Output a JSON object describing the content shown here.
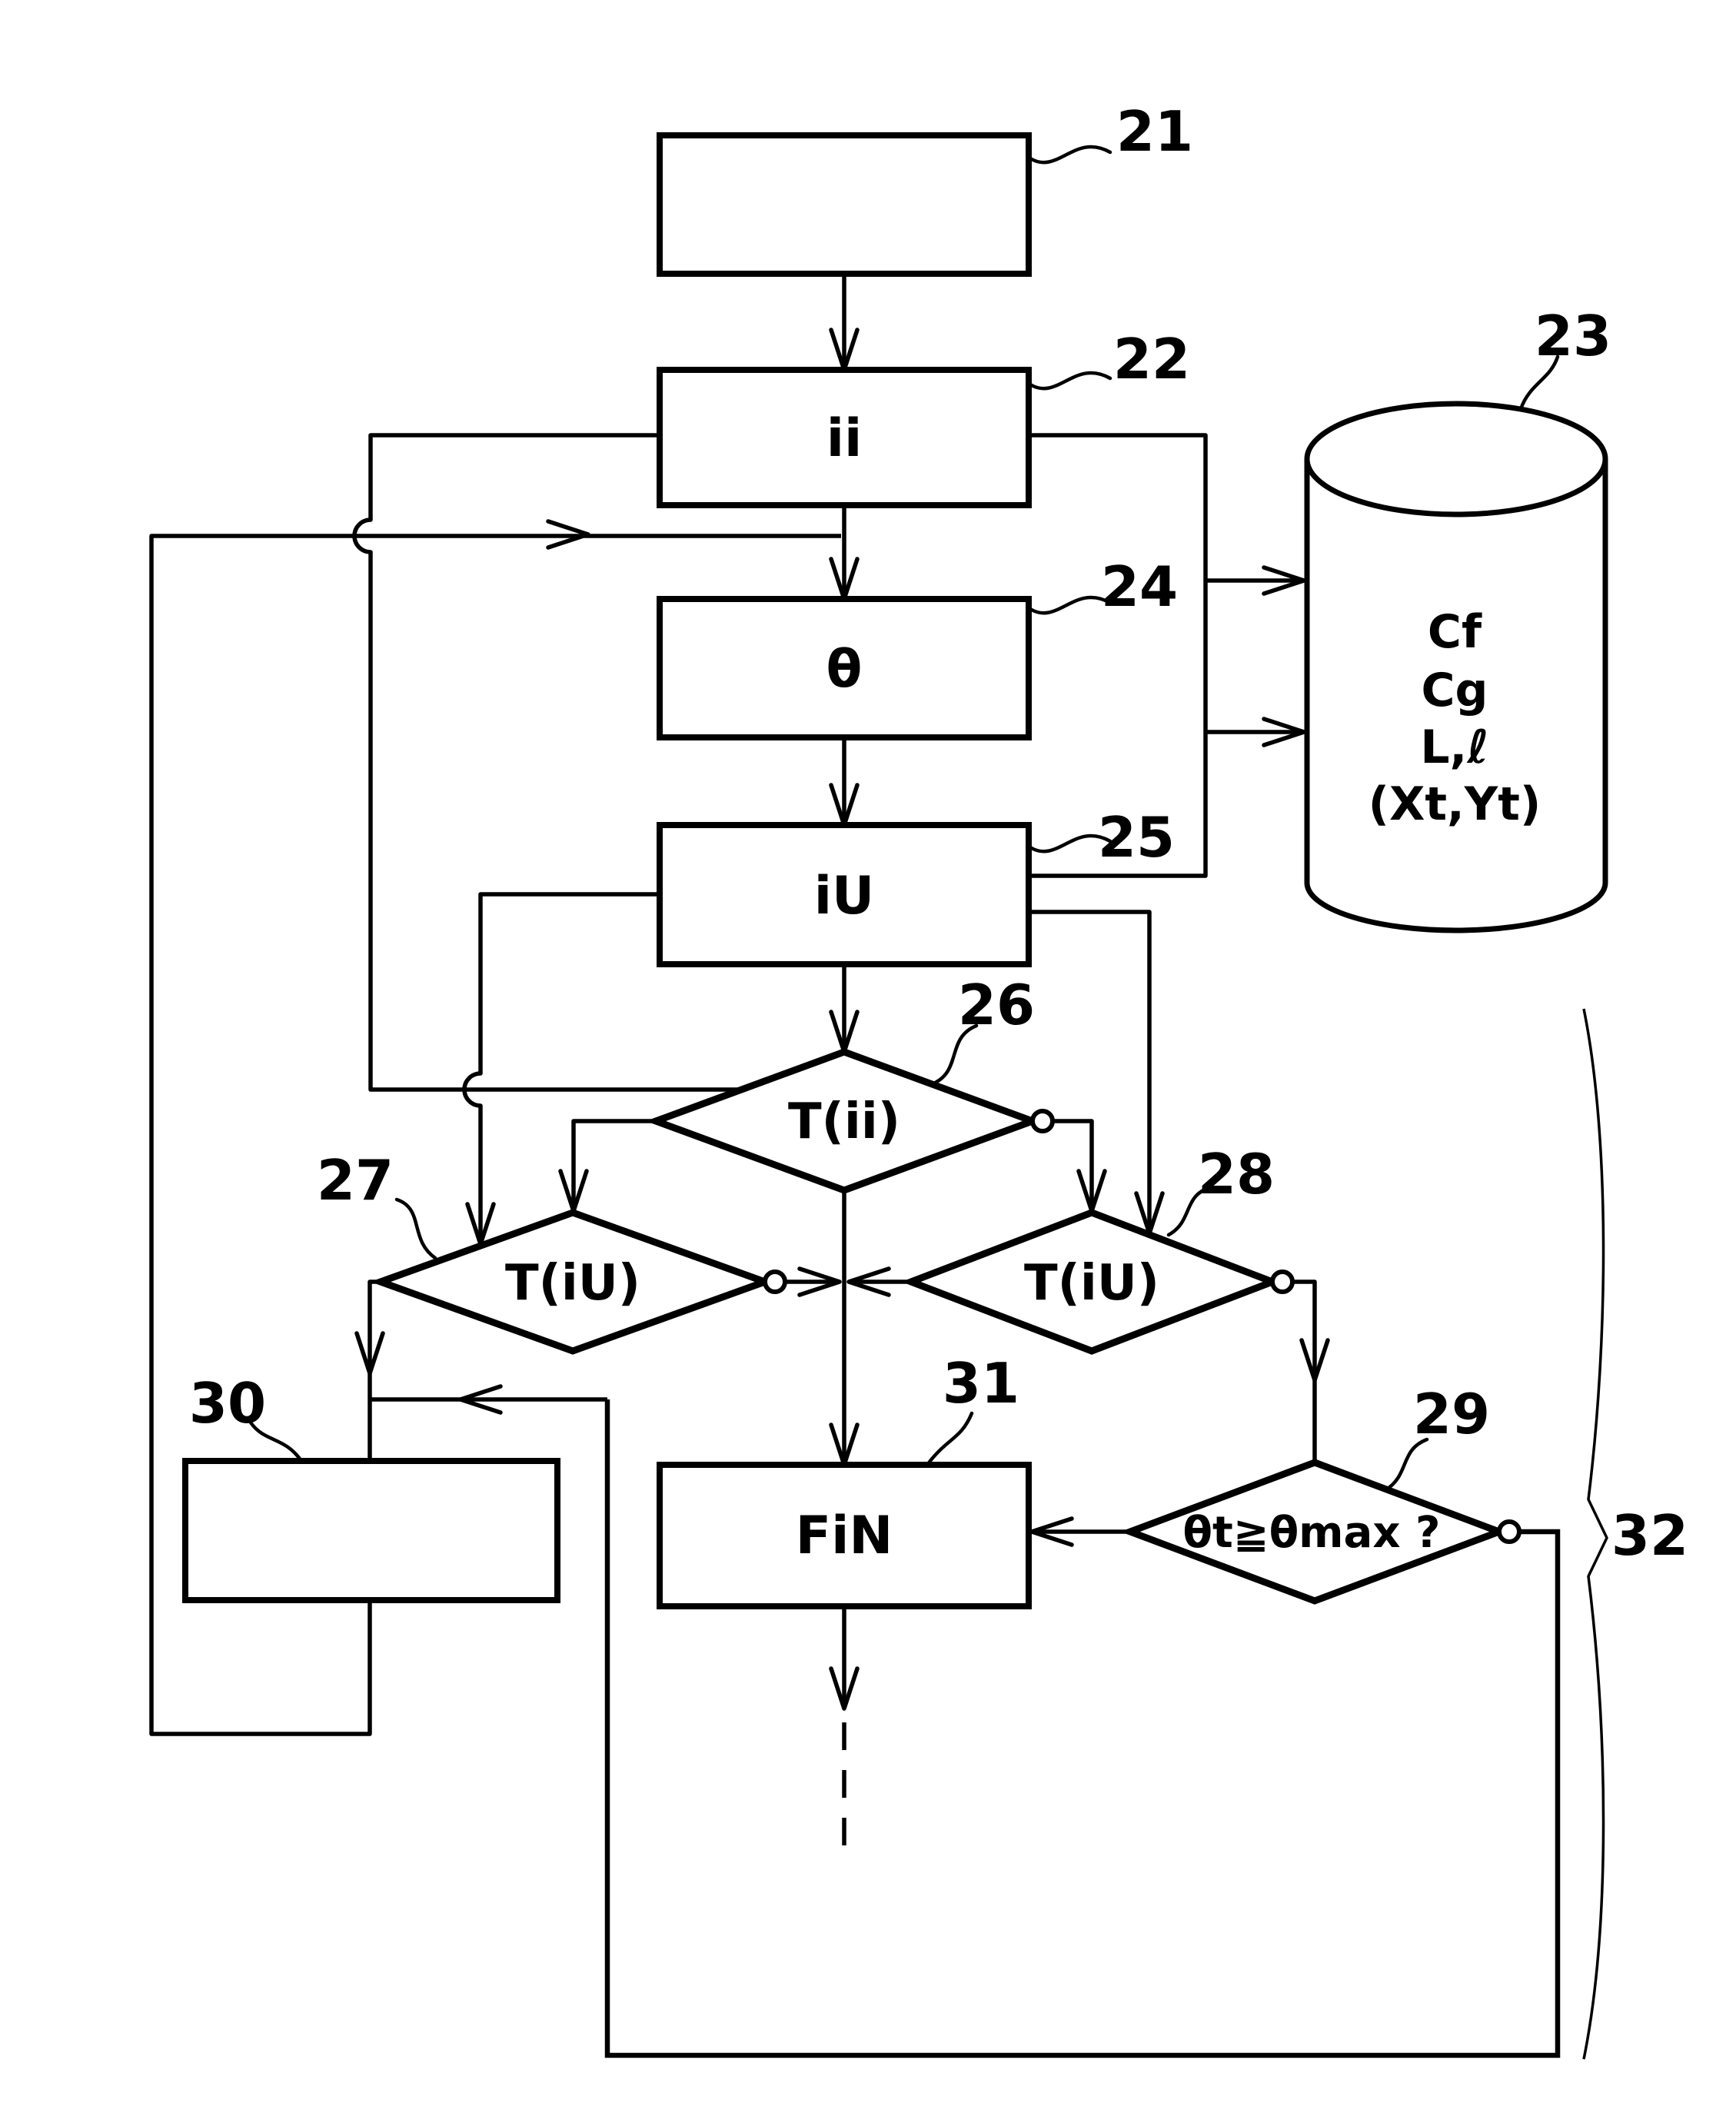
{
  "figure": {
    "background_color": "#ffffff",
    "ink_color": "#000000",
    "type": "patent-flowchart"
  },
  "nodes": {
    "n21": {
      "ref": "21",
      "label": "",
      "type": "process"
    },
    "n22": {
      "ref": "22",
      "label": "ii",
      "type": "process"
    },
    "n23": {
      "ref": "23",
      "type": "datastore",
      "lines": [
        "Cf",
        "Cg",
        "L,ℓ",
        "(Xt,Yt)"
      ]
    },
    "n24": {
      "ref": "24",
      "label": "θ",
      "type": "process"
    },
    "n25": {
      "ref": "25",
      "label": "iU",
      "type": "process"
    },
    "n26": {
      "ref": "26",
      "label": "T(ii)",
      "type": "decision"
    },
    "n27": {
      "ref": "27",
      "label": "T(iU)",
      "type": "decision"
    },
    "n28": {
      "ref": "28",
      "label": "T(iU)",
      "type": "decision"
    },
    "n29": {
      "ref": "29",
      "label": "θt≧θmax ?",
      "type": "decision"
    },
    "n30": {
      "ref": "30",
      "label": "",
      "type": "process"
    },
    "n31": {
      "ref": "31",
      "label": "FiN",
      "type": "process"
    },
    "n32": {
      "ref": "32",
      "type": "brace-group"
    }
  }
}
